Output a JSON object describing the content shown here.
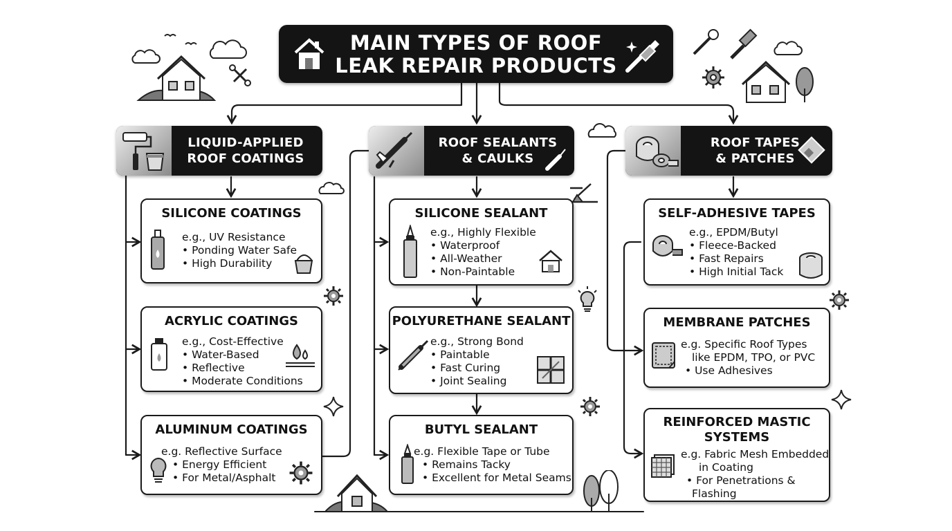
{
  "title": {
    "line1": "MAIN TYPES OF ROOF",
    "line2": "LEAK REPAIR PRODUCTS"
  },
  "categories": [
    {
      "header": [
        "LIQUID-APPLIED",
        "ROOF COATINGS"
      ],
      "products": [
        {
          "name": [
            "SILICONE COATINGS"
          ],
          "lines": [
            "e.g., UV Resistance",
            "Ponding Water Safe",
            "High Durability"
          ]
        },
        {
          "name": [
            "ACRYLIC COATINGS"
          ],
          "lines": [
            "e.g., Cost-Effective",
            "Water-Based",
            "Reflective",
            "Moderate Conditions"
          ]
        },
        {
          "name": [
            "ALUMINUM COATINGS"
          ],
          "lines": [
            "e.g. Reflective Surface",
            "Energy Efficient",
            "For Metal/Asphalt"
          ]
        }
      ]
    },
    {
      "header": [
        "ROOF SEALANTS",
        "& CAULKS"
      ],
      "products": [
        {
          "name": [
            "SILICONE SEALANT"
          ],
          "lines": [
            "e.g., Highly Flexible",
            "Waterproof",
            "All-Weather",
            "Non-Paintable"
          ]
        },
        {
          "name": [
            "POLYURETHANE SEALANT"
          ],
          "lines": [
            "e.g., Strong Bond",
            "Paintable",
            "Fast Curing",
            "Joint Sealing"
          ]
        },
        {
          "name": [
            "BUTYL SEALANT"
          ],
          "lines": [
            "e.g. Flexible Tape or Tube",
            "Remains Tacky",
            "Excellent for Metal Seams"
          ]
        }
      ]
    },
    {
      "header": [
        "ROOF TAPES",
        "& PATCHES"
      ],
      "products": [
        {
          "name": [
            "SELF-ADHESIVE TAPES"
          ],
          "lines": [
            "e.g., EPDM/Butyl",
            "Fleece-Backed",
            "Fast Repairs",
            "High Initial Tack"
          ]
        },
        {
          "name": [
            "MEMBRANE PATCHES"
          ],
          "lines": [
            "e.g. Specific Roof Types",
            "like EPDM, TPO, or PVC",
            "Use Adhesives"
          ]
        },
        {
          "name": [
            "REINFORCED MASTIC",
            "SYSTEMS"
          ],
          "lines": [
            "e.g. Fabric Mesh Embedded",
            "in Coating",
            "For Penetrations &",
            "Flashing"
          ]
        }
      ]
    }
  ],
  "icons": {
    "title_left": "house-icon",
    "title_right": "paintbrush-icon",
    "headers": [
      "paint-roller-bucket-icon",
      "caulk-gun-icon",
      "tape-rolls-icon"
    ],
    "products": [
      [
        "silicone-tube-icon",
        "acrylic-bottle-icon",
        "lightbulb-icon"
      ],
      [
        "sealant-tube-icon",
        "syringe-icon",
        "sealant-tube-icon"
      ],
      [
        "tape-roll-icon",
        "membrane-patch-icon",
        "mesh-fabric-icon"
      ]
    ]
  },
  "colors": {
    "box": "#141414",
    "line": "#1a1a1a",
    "icon_fill": "#9a9a9a"
  }
}
